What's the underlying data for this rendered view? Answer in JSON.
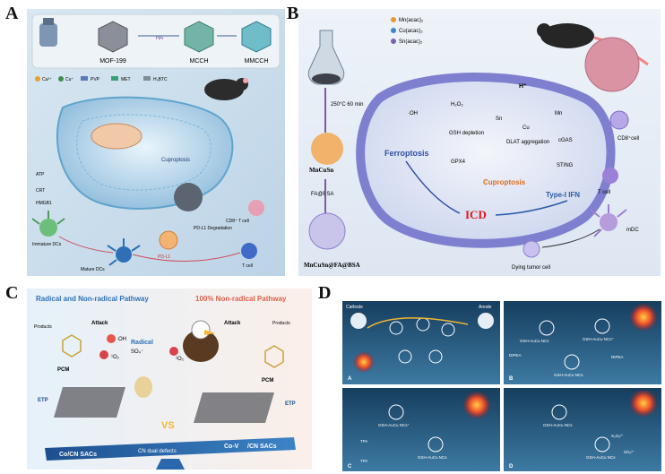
{
  "panels": {
    "a": {
      "letter": "A",
      "mof": "MOF-199",
      "ha": "HA",
      "mcch": "MCCH",
      "mmcch": "MMCCH",
      "legend": [
        "Cu²⁺",
        "Cu⁺",
        "PVP",
        "MET",
        "H₃BTC"
      ],
      "labels": {
        "atp": "ATP",
        "crt": "CRT",
        "hmgb1": "HMGB1",
        "immature": "Immature DCs",
        "mature": "Mature DCs",
        "pdl1": "PD-L1",
        "pdl1deg": "PD-L1\nDegradation",
        "tcell": "T cell",
        "cd8": "CD8⁺ T cell",
        "cuproptosis": "Cuproptosis"
      }
    },
    "b": {
      "letter": "B",
      "legend": [
        "Mn(acac)₂",
        "Cu(acac)₂",
        "Sn(acac)₂"
      ],
      "cond": "250°C\n60 min",
      "mncusn": "MnCuSn",
      "fabsa": "FA@BSA",
      "final": "MnCuSn@FA@BSA",
      "nodes": {
        "hplus": "H⁺",
        "h2o2": "H₂O₂",
        "oh": "·OH",
        "sn": "Sn",
        "cu": "Cu",
        "mn": "Mn",
        "gsh": "GSH\ndepletion",
        "dlat": "DLAT\naggregation",
        "cgas": "cGAS",
        "gpx4": "GPX4",
        "sting": "STING",
        "ferroptosis": "Ferroptosis",
        "cuproptosis": "Cuproptosis",
        "ifn": "Type-I IFN",
        "icd": "ICD",
        "cd8": "CD8⁺cell",
        "tcell": "T cell",
        "mdc": "mDC",
        "dying": "Dying tumor cell"
      }
    },
    "c": {
      "letter": "C",
      "left_title": "Radical and Non-radical Pathway",
      "right_title": "100% Non-radical Pathway",
      "products": "Products",
      "attack": "Attack",
      "pcm": "PCM",
      "oh": "·OH",
      "o2": "¹O₂",
      "so4": "SO₄⁻",
      "radical": "Radical",
      "etp": "ETP",
      "vs": "VS",
      "beam": [
        "Co/CN SACs",
        "CN dual defects",
        "Co-V",
        "/CN SACs"
      ]
    },
    "d": {
      "letter": "D",
      "cathode": "Cathode",
      "anode": "Anode",
      "sub": [
        "A",
        "B",
        "C",
        "D"
      ],
      "nc": "GSH-AuCu NCs",
      "ncplus": "GSH-AuCu NCs⁺",
      "dipea": "DIPEA",
      "tpa": "TPA",
      "s2o8": "S₂O₈²⁻",
      "so4": "SO₄²⁻"
    }
  },
  "colors": {
    "a_bg": "#cfe3ef",
    "b_bg": "#e3ecf6",
    "c_bg": "#eaf4fb",
    "d_bg": "#2b5f84",
    "membrane": "#7f7fcf",
    "icd": "#e0161b",
    "ferro": "#2f4fa5",
    "cupro": "#e06b1a",
    "ifn": "#2a5aa8"
  }
}
